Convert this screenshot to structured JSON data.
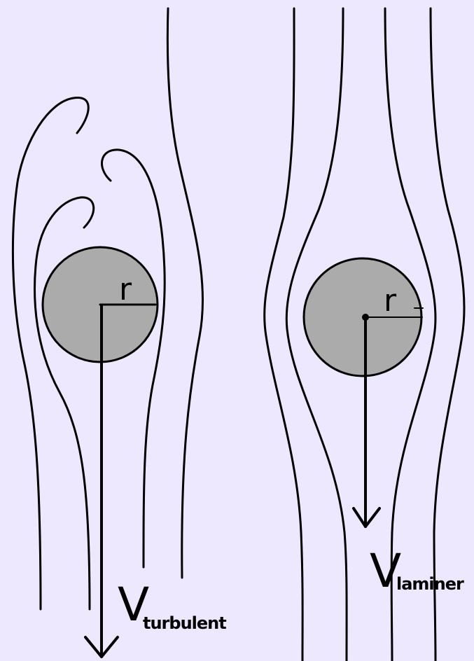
{
  "colors": {
    "background": "#EEE8FE",
    "ball": "#ABABAB",
    "ink": "#000000"
  },
  "turbulent": {
    "radius_label": "r",
    "velocity_symbol": "V",
    "velocity_subscript": "turbulent"
  },
  "laminar": {
    "radius_label": "r",
    "velocity_symbol": "V",
    "velocity_subscript": "laminer"
  }
}
